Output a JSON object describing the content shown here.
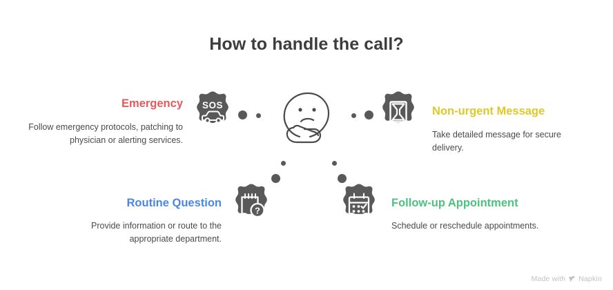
{
  "title": "How to handle the call?",
  "colors": {
    "title": "#3d3d3d",
    "body_text": "#4a4a4a",
    "icon_fill": "#595959",
    "emergency": "#E8595B",
    "non_urgent": "#E0C829",
    "routine": "#4A86E8",
    "follow_up": "#4CC27F",
    "watermark": "#c2c2c2",
    "background": "#ffffff"
  },
  "center": {
    "icon": "thinking-face-icon"
  },
  "nodes": [
    {
      "id": "emergency",
      "label": "Emergency",
      "description": "Follow emergency protocols, patching to physician or alerting services.",
      "icon": "sos-ambulance-icon",
      "color": "#E8595B",
      "align": "right"
    },
    {
      "id": "non-urgent-message",
      "label": "Non-urgent Message",
      "description": "Take detailed message for secure delivery.",
      "icon": "envelope-icon",
      "color": "#E0C829",
      "align": "left"
    },
    {
      "id": "routine-question",
      "label": "Routine Question",
      "description": "Provide information or route to the appropriate department.",
      "icon": "notepad-question-icon",
      "color": "#4A86E8",
      "align": "right"
    },
    {
      "id": "follow-up-appointment",
      "label": "Follow-up Appointment",
      "description": "Schedule or reschedule appointments.",
      "icon": "calendar-check-icon",
      "color": "#4CC27F",
      "align": "left"
    }
  ],
  "watermark": {
    "text": "Made with",
    "brand": "Napkin",
    "icon": "napkin-logo-icon"
  }
}
